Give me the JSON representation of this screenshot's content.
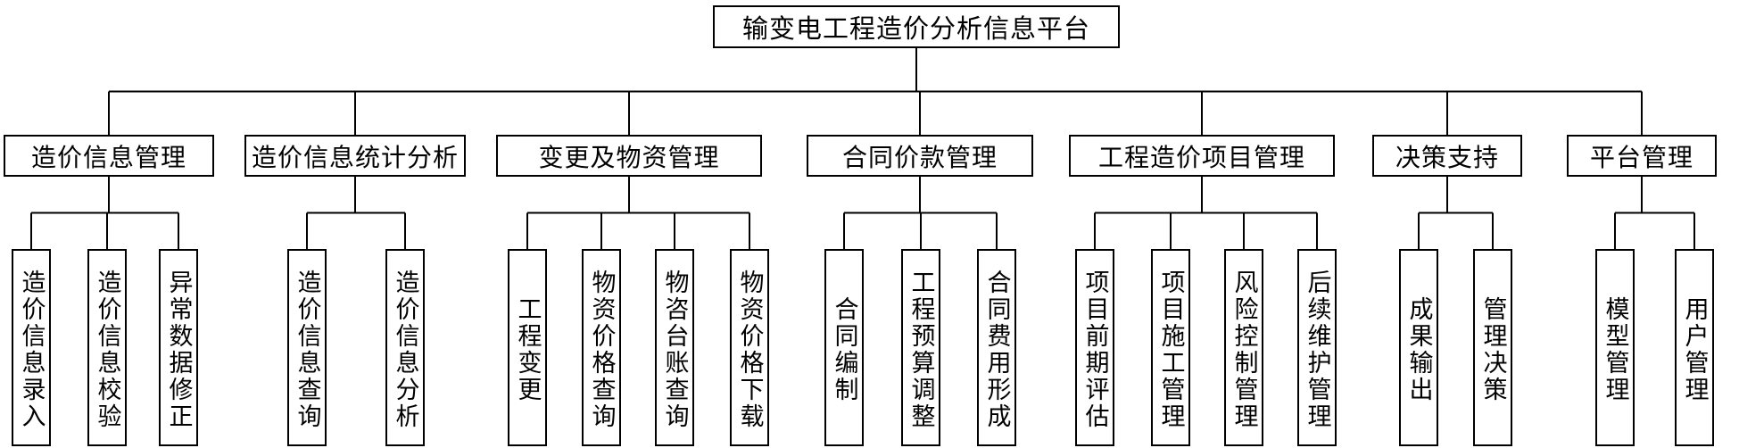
{
  "root": {
    "label": "输变电工程造价分析信息平台"
  },
  "categories": [
    {
      "label": "造价信息管理",
      "children": [
        "造价信息录入",
        "造价信息校验",
        "异常数据修正"
      ]
    },
    {
      "label": "造价信息统计分析",
      "children": [
        "造价信息查询",
        "造价信息分析"
      ]
    },
    {
      "label": "变更及物资管理",
      "children": [
        "工程变更",
        "物资价格查询",
        "物咨台账查询",
        "物资价格下载"
      ]
    },
    {
      "label": "合同价款管理",
      "children": [
        "合同编制",
        "工程预算调整",
        "合同费用形成"
      ]
    },
    {
      "label": "工程造价项目管理",
      "children": [
        "项目前期评估",
        "项目施工管理",
        "风险控制管理",
        "后续维护管理"
      ]
    },
    {
      "label": "决策支持",
      "children": [
        "成果输出",
        "管理决策"
      ]
    },
    {
      "label": "平台管理",
      "children": [
        "模型管理",
        "用户管理"
      ]
    }
  ]
}
